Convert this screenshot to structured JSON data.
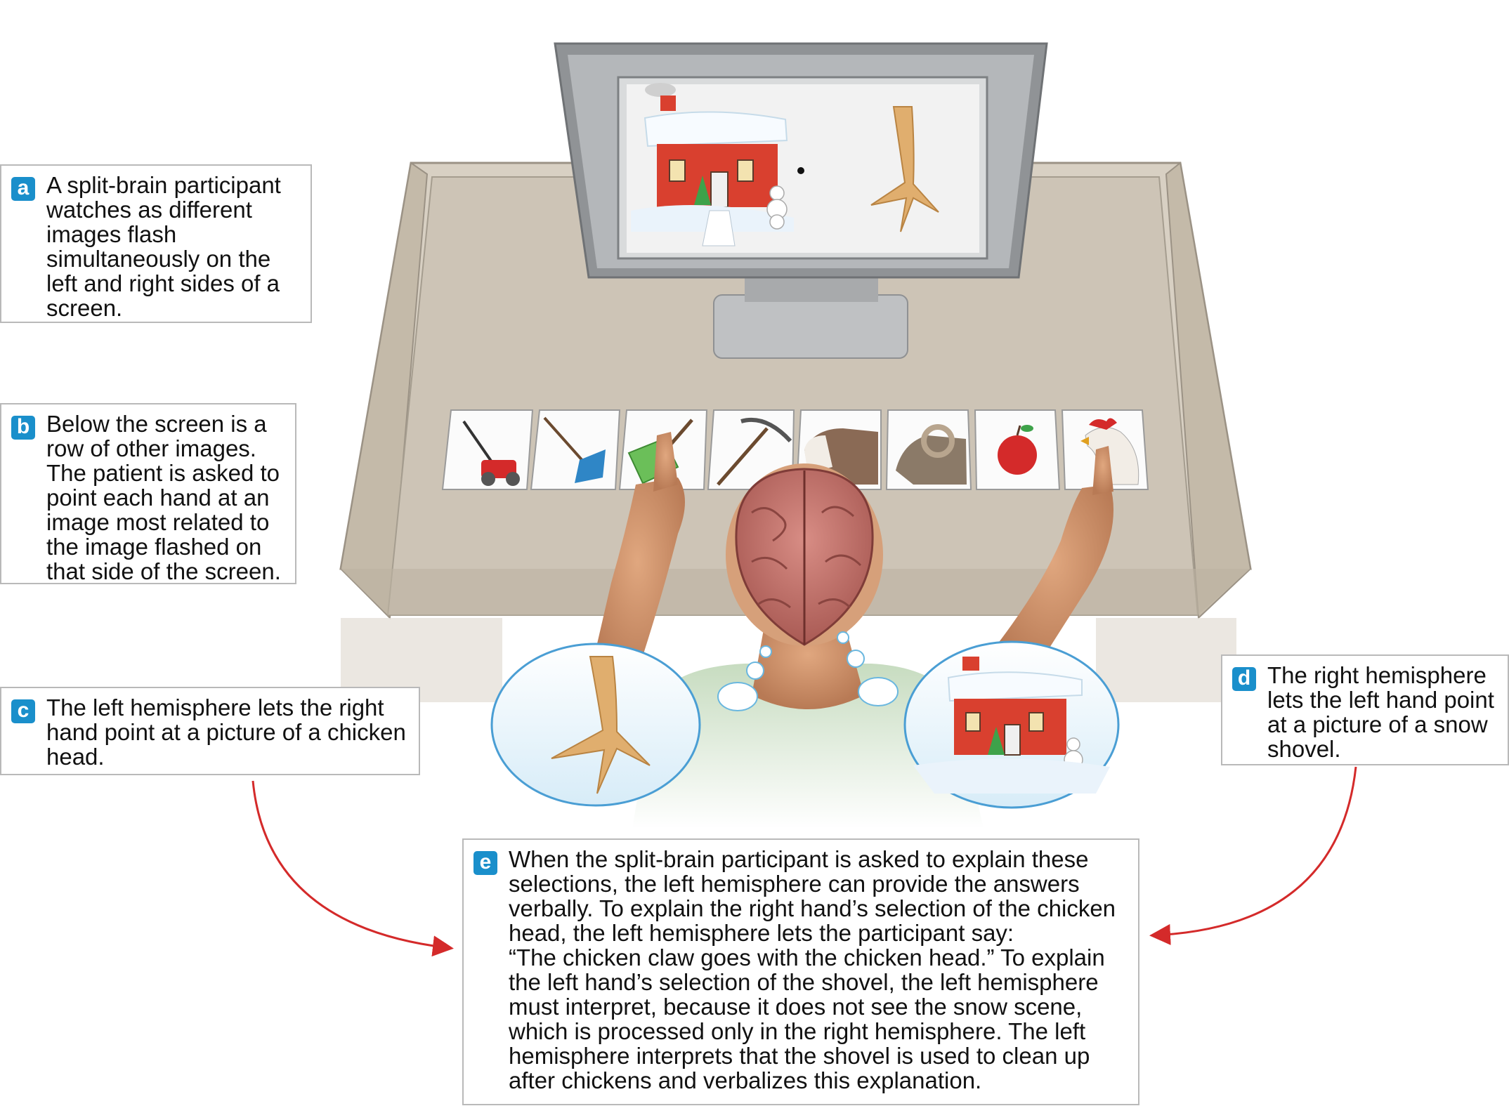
{
  "callouts": {
    "a": {
      "letter": "a",
      "text": "A split-brain participant\nwatches as different\nimages flash\nsimultaneously on the\nleft and right sides of a\nscreen."
    },
    "b": {
      "letter": "b",
      "text": "Below the screen is a\nrow of other images.\nThe patient is asked to\npoint each hand at an\nimage most related to\nthe image flashed on\nthat side of the screen."
    },
    "c": {
      "letter": "c",
      "text": "The left hemisphere lets the right\nhand point at a picture of a chicken\nhead."
    },
    "d": {
      "letter": "d",
      "text": "The right hemisphere\nlets the left hand point\nat a picture of a snow\nshovel."
    },
    "e": {
      "letter": "e",
      "text": "When the split-brain participant is asked to explain these\nselections, the left hemisphere can provide the answers\nverbally. To explain the right hand’s selection of the chicken\nhead, the left hemisphere lets the participant say:\n“The chicken claw goes with the chicken head.” To explain\nthe left hand’s selection of the shovel, the left hemisphere\nmust interpret, because it does not see the snow scene,\nwhich is processed only in the right hemisphere. The left\nhemisphere interprets that the shovel is used to clean up\nafter chickens and verbalizes this explanation."
    }
  },
  "colors": {
    "accent": "#1a8fcb",
    "arrow": "#d42a2a",
    "desk": "#cdc4b6",
    "brain": "#c97a74",
    "house": "#d9402f"
  },
  "cards": [
    "lawn-mower",
    "rake",
    "snow-shovel",
    "pickaxe",
    "cow",
    "ram",
    "apple",
    "chicken-head"
  ]
}
